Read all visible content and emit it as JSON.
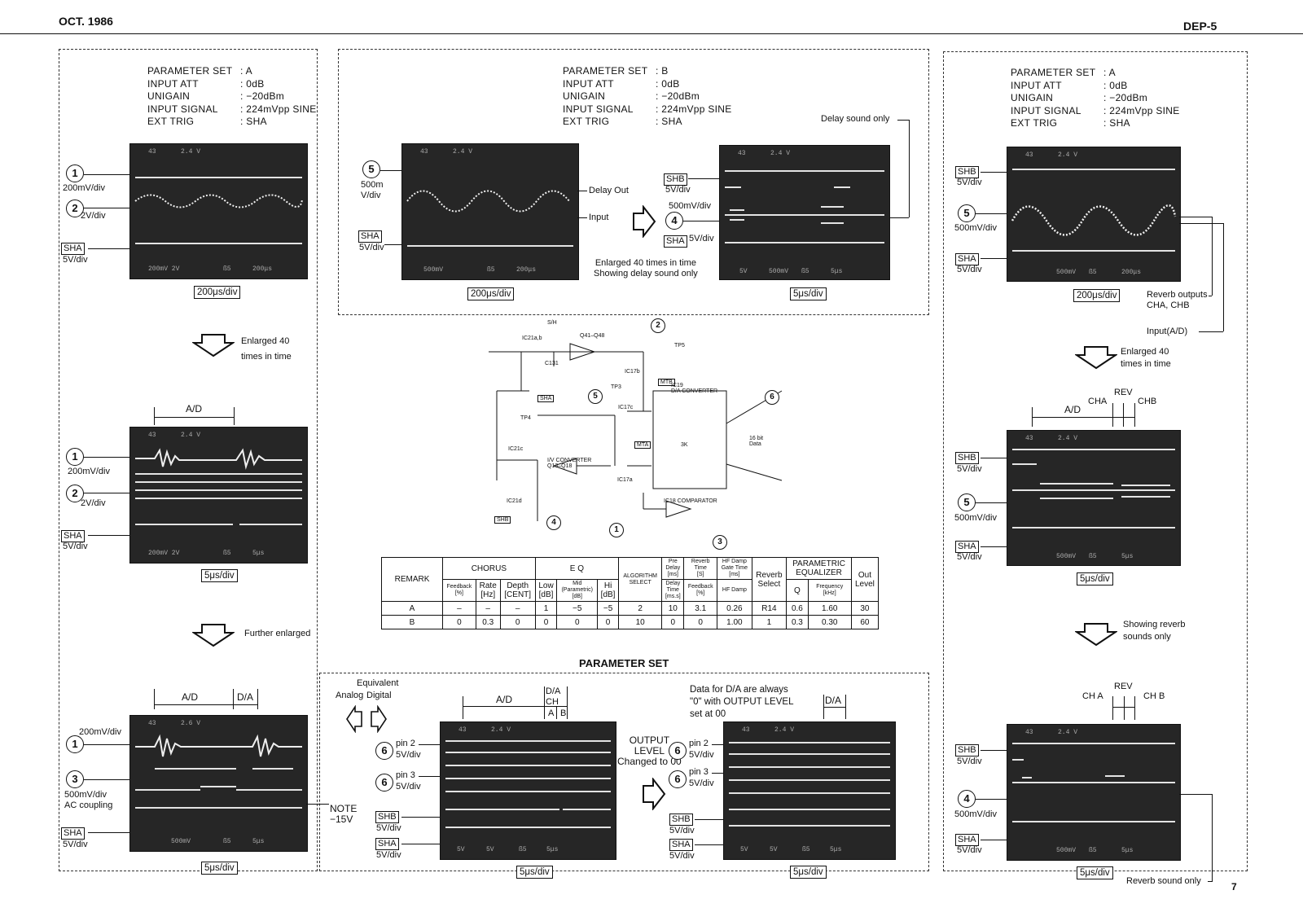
{
  "header": {
    "date": "OCT. 1986",
    "doc_id": "DEP-5",
    "page_number": "7"
  },
  "params_left": {
    "rows": [
      [
        "PARAMETER SET",
        ": A"
      ],
      [
        "INPUT ATT",
        ": 0dB"
      ],
      [
        "UNIGAIN",
        ": −20dBm"
      ],
      [
        "INPUT SIGNAL",
        ": 224mVpp SINE"
      ],
      [
        "EXT TRIG",
        ": SHA"
      ]
    ]
  },
  "params_mid": {
    "rows": [
      [
        "PARAMETER SET",
        ": B"
      ],
      [
        "INPUT ATT",
        ": 0dB"
      ],
      [
        "UNIGAIN",
        ": −20dBm"
      ],
      [
        "INPUT SIGNAL",
        ": 224mVpp SINE"
      ],
      [
        "EXT TRIG",
        ": SHA"
      ]
    ]
  },
  "params_right": {
    "rows": [
      [
        "PARAMETER SET",
        ": A"
      ],
      [
        "INPUT ATT",
        ": 0dB"
      ],
      [
        "UNIGAIN",
        ": −20dBm"
      ],
      [
        "INPUT SIGNAL",
        ": 224mVpp SINE"
      ],
      [
        "EXT TRIG",
        ": SHA"
      ]
    ]
  },
  "timebase": {
    "t200": "200μs/div",
    "t5": "5μs/div"
  },
  "labels": {
    "v200m": "200mV/div",
    "v2": "2V/div",
    "v5": "5V/div",
    "v500m": "500mV/div",
    "v500m_split": "500m\nV/div",
    "sha": "SHA",
    "shb": "SHB",
    "delay_out": "Delay Out",
    "input": "Input",
    "delay_sound_only": "Delay sound only",
    "enlarged40_mid": "Enlarged 40 times in time\nShowing delay sound only",
    "enlarged40_left": "Enlarged 40\ntimes in time",
    "enlarged40_right": "Enlarged 40\ntimes in time",
    "further_enlarged": "Further enlarged",
    "reverb_outputs": "Reverb outputs\nCHA, CHB",
    "input_ad": "Input(A/D)",
    "showing_reverb": "Showing reverb\nsounds only",
    "reverb_sound_only": "Reverb sound only",
    "ad": "A/D",
    "da": "D/A",
    "da_ch": "D/A\nCH",
    "a": "A",
    "b": "B",
    "cha": "CHA",
    "chb": "CHB",
    "rev": "REV",
    "ch_a": "CH A",
    "ch_b": "CH B",
    "ac_coupling": "500mV/div\nAC coupling",
    "note": "NOTE\n−15V",
    "equivalent": "Equivalent",
    "analog": "Analog",
    "digital": "Digital",
    "pin2": "pin 2",
    "pin3": "pin 3",
    "output_level": "OUTPUT\nLEVEL\nChanged to 00",
    "da_note": "Data for D/A are always\n\"0\" with OUTPUT LEVEL\nset at 00",
    "parameter_set_title": "PARAMETER SET"
  },
  "scope_text": {
    "ch1": "43",
    "v24": "2.4 V",
    "v26": "2.6 V",
    "f200": "200mV 2V",
    "f200us": "200μs",
    "f500": "500mV",
    "f5us": "5μs",
    "f5v": "5V",
    "f500mb": "500mν",
    "fb5": "ß5"
  },
  "schematic": {
    "sh": "S/H",
    "ic21ab": "IC21a,b",
    "q41": "Q41–Q48",
    "c131": "C131",
    "ic17b": "IC17b",
    "mtb": "MTB",
    "ic19": "IC19\nD/A CONVERTER",
    "tp5": "TP5",
    "tp3": "TP3",
    "tp4": "TP4",
    "sha": "SHA",
    "ic17c": "IC17c",
    "mta": "MTA",
    "r3k": "3K",
    "bit16": "16 bit\nData",
    "ic21c": "IC21c",
    "ic21d": "IC21d",
    "iv": "I/V CONVERTER\nQ13–Q18",
    "ic17a": "IC17a",
    "shb": "SHB",
    "ic18": "IC18 COMPARATOR"
  },
  "table": {
    "h_remark": "REMARK",
    "h_chorus": "CHORUS",
    "h_eq": "E   Q",
    "h_alg": "ALGORITHM\nSELECT",
    "h_predelay": "Pre\nDelay\n[ms]",
    "h_revtime": "Reverb\nTime\n[S]",
    "h_hfdamp": "HF Damp\nGate Time\n[ms]",
    "h_revsel": "Reverb\nSelect",
    "h_peq": "PARAMETRIC\nEQUALIZER",
    "h_out": "Out\nLevel",
    "h_feedback": "Feedback\n[%]",
    "h_rate": "Rate\n[Hz]",
    "h_depth": "Depth\n[CENT]",
    "h_low": "Low\n[dB]",
    "h_mid": "Mid\n(Parametric)\n[dB]",
    "h_hi": "Hi\n[dB]",
    "h_delaytime": "Delay\nTime\n[ms.s]",
    "h_feedback2": "Feedback\n[%]",
    "h_hfdamp2": "HF Damp",
    "h_q": "Q",
    "h_freq": "Frequency\n[kHz]",
    "rows": [
      [
        "A",
        "–",
        "–",
        "–",
        "1",
        "−5",
        "−5",
        "2",
        "10",
        "3.1",
        "0.26",
        "R14",
        "0.6",
        "1.60",
        "30"
      ],
      [
        "B",
        "0",
        "0.3",
        "0",
        "0",
        "0",
        "0",
        "10",
        "0",
        "0",
        "1.00",
        "1",
        "0.3",
        "0.30",
        "60"
      ]
    ]
  }
}
